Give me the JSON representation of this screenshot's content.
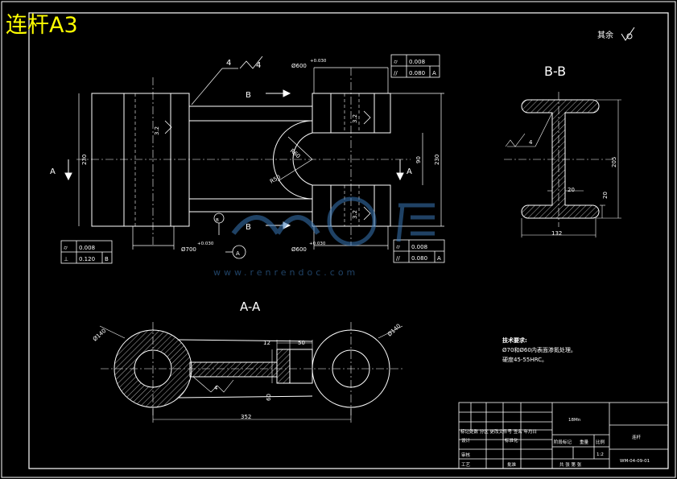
{
  "title": "连杆A3",
  "roughness_note": "其余",
  "views": {
    "section_bb_label": "B-B",
    "section_aa_label": "A-A"
  },
  "dimensions": {
    "dia_600_top": "Ø600",
    "tol_top": "+0.030",
    "roughness_4a": "4",
    "roughness_4b": "4",
    "rough_32a": "3.2",
    "rough_32b": "3.2",
    "rough_32c": "3.2",
    "len_230_left": "230",
    "len_230_right": "230",
    "len_90": "90",
    "r60": "R60",
    "r50": "R50",
    "dia_700": "Ø700",
    "tol_700": "+0.030",
    "dia_600_bottom": "Ø600",
    "tol_bottom": "+0.030",
    "label_b_top": "B",
    "label_b_bottom": "B",
    "label_a_left": "A",
    "label_a_right": "A",
    "datum_b": "B",
    "datum_a": "A",
    "bb_205": "205",
    "bb_20a": "20",
    "bb_20b": "20",
    "bb_132": "132",
    "bb_rough_4": "4",
    "aa_dia_140_left": "Ø140",
    "aa_dia_140_right": "Ø140",
    "aa_12": "12",
    "aa_50": "50",
    "aa_60": "60",
    "aa_352": "352",
    "aa_rough_4": "4"
  },
  "tolerance_frames": {
    "top_right": [
      {
        "symbol": "⌭",
        "value": "0.008",
        "datum": ""
      },
      {
        "symbol": "//",
        "value": "0.080",
        "datum": "A"
      }
    ],
    "bottom_left": [
      {
        "symbol": "⌭",
        "value": "0.008",
        "datum": ""
      },
      {
        "symbol": "⊥",
        "value": "0.120",
        "datum": "B"
      }
    ],
    "bottom_right": [
      {
        "symbol": "⌭",
        "value": "0.008",
        "datum": ""
      },
      {
        "symbol": "//",
        "value": "0.080",
        "datum": "A"
      }
    ]
  },
  "tech_notes": {
    "heading": "技术要求:",
    "line1": "Ø70和Ø60内表面渗氮处理。",
    "line2": "硬度45-55HRC。"
  },
  "watermark": {
    "text": "www.renrendoc.com"
  },
  "title_block": {
    "material": "18Mn",
    "part_name": "连杆",
    "drawing_no": "WM-04-09-01",
    "scale": "1:2",
    "header_row": "标记处数 分区 更改文件号 签名 年月日",
    "designer": "设计",
    "standardize": "标准化",
    "checker": "审核",
    "process": "工艺",
    "approve": "批准",
    "stage_label": "阶段标记",
    "weight_label": "重量",
    "scale_label": "比例",
    "sheets": "共  张  第  张"
  }
}
